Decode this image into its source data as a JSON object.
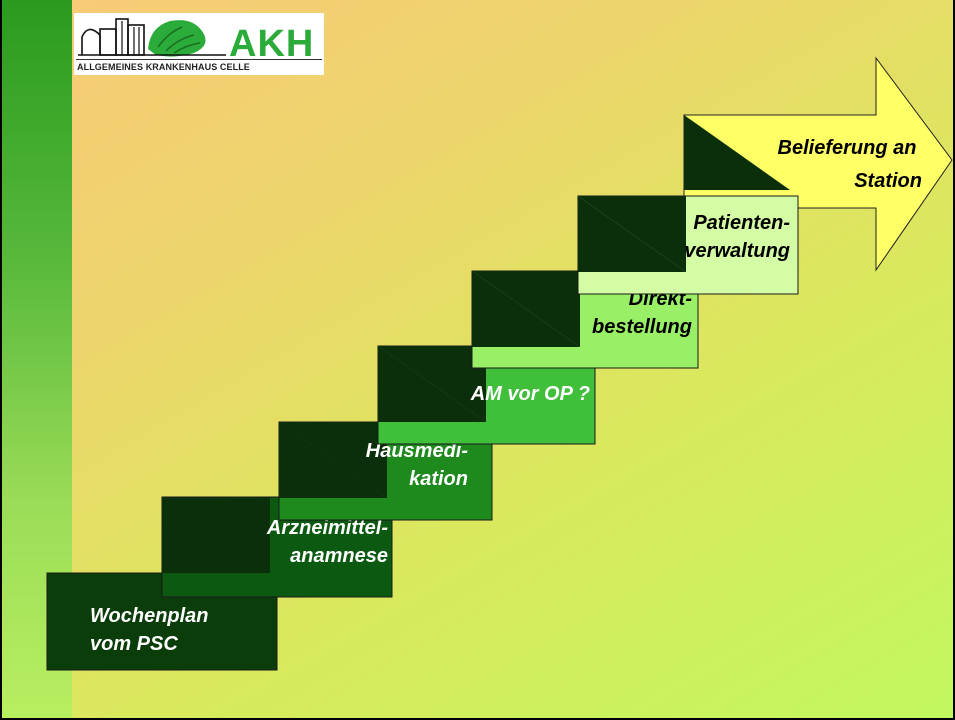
{
  "logo": {
    "name": "AKH",
    "subtitle": "ALLGEMEINES KRANKENHAUS CELLE"
  },
  "steps": [
    {
      "lines": [
        "Wochenplan",
        "vom PSC"
      ],
      "fill": "#0a3d0a",
      "text_color": "#ffffff"
    },
    {
      "lines": [
        "Arzneimittel-",
        "anamnese"
      ],
      "fill": "#0c5a12",
      "text_color": "#ffffff"
    },
    {
      "lines": [
        "Hausmedi-",
        "kation"
      ],
      "fill": "#1e8a1e",
      "text_color": "#ffffff"
    },
    {
      "lines": [
        "AM vor OP ?"
      ],
      "fill": "#3fbf3a",
      "text_color": "#ffffff"
    },
    {
      "lines": [
        "Direkt-",
        "bestellung"
      ],
      "fill": "#99ef66",
      "text_color": "#000000"
    },
    {
      "lines": [
        "Patienten-",
        "verwaltung"
      ],
      "fill": "#d4fca4",
      "text_color": "#000000"
    }
  ],
  "final_arrow": {
    "lines": [
      "Belieferung an",
      "Station"
    ],
    "fill": "#ffff66",
    "text_color": "#000000"
  },
  "colors": {
    "shadow": "#0b2e0b",
    "logo_green": "#2bab3a",
    "side_stripe": "#3aa82a"
  }
}
